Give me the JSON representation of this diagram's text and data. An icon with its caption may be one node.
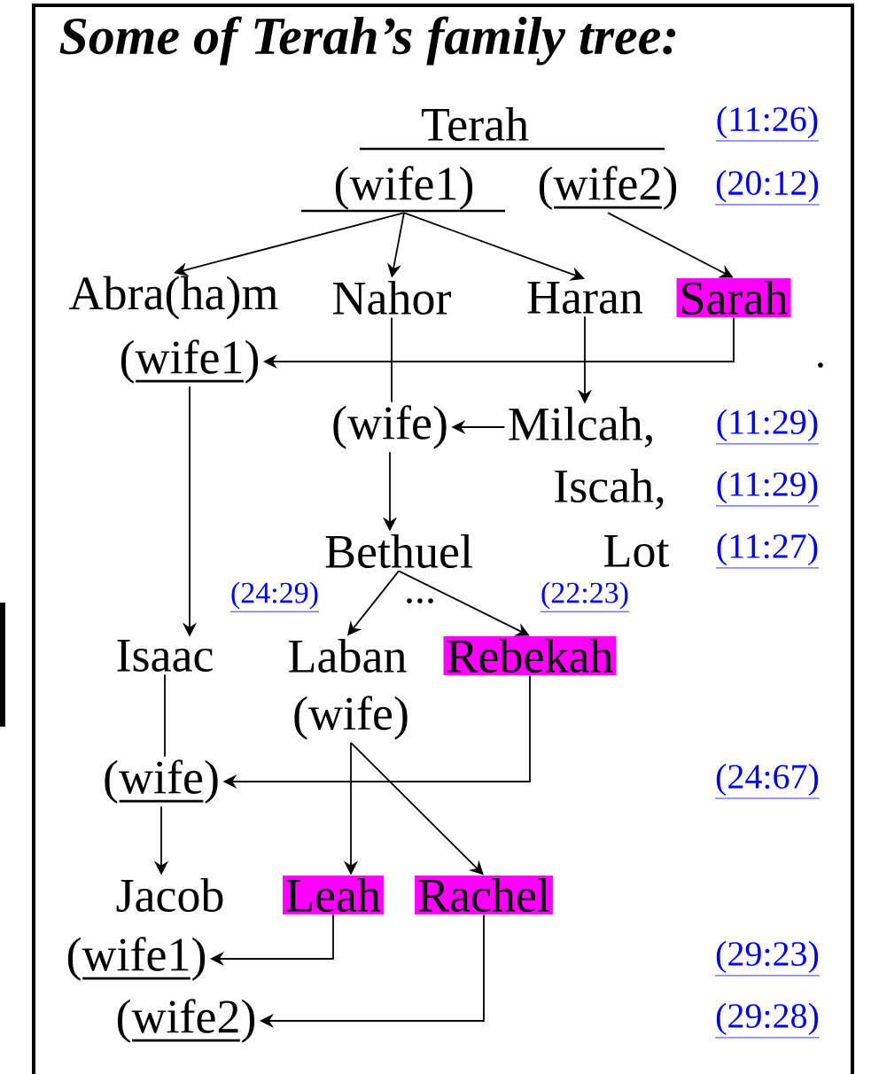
{
  "diagram": {
    "title": "Some of Terah’s family tree:",
    "nodes": [
      {
        "text": [
          "Terah"
        ]
      },
      {
        "text": [
          "(wife1)"
        ]
      },
      {
        "text": [
          "(wife2)"
        ]
      },
      {
        "text": [
          "Abra(ha)m"
        ]
      },
      {
        "text": [
          "Nahor"
        ]
      },
      {
        "text": [
          "Haran"
        ]
      },
      {
        "text": [
          "Sarah"
        ]
      },
      {
        "text": [
          "(wife1)"
        ]
      },
      {
        "text": [
          "(wife)"
        ]
      },
      {
        "text": [
          "Milcah,"
        ]
      },
      {
        "text": [
          "Iscah,"
        ]
      },
      {
        "text": [
          "Bethuel"
        ]
      },
      {
        "text": [
          "Lot"
        ]
      },
      {
        "text": [
          "Isaac"
        ]
      },
      {
        "text": [
          "Laban"
        ]
      },
      {
        "text": [
          "Rebekah"
        ]
      },
      {
        "text": [
          "(wife)"
        ]
      },
      {
        "text": [
          "(wife)"
        ]
      },
      {
        "text": [
          "Jacob"
        ]
      },
      {
        "text": [
          "Leah"
        ]
      },
      {
        "text": [
          "Rachel"
        ]
      },
      {
        "text": [
          "(wife1)"
        ]
      },
      {
        "text": [
          "(wife2)"
        ]
      },
      {
        "text": [],
        "shape": "bar"
      },
      {
        "text": [],
        "shape": "bar"
      }
    ],
    "edges": [
      {
        "from": 1,
        "to": 3,
        "arrow": "to"
      },
      {
        "from": 1,
        "to": 4,
        "arrow": "to"
      },
      {
        "from": 1,
        "to": 5,
        "arrow": "to"
      },
      {
        "from": 2,
        "to": 6,
        "arrow": "to"
      },
      {
        "from": 6,
        "to": 7,
        "arrow": "to"
      },
      {
        "from": 4,
        "to": 8,
        "arrow": "none"
      },
      {
        "from": 5,
        "to": 9,
        "arrow": "to"
      },
      {
        "from": 9,
        "to": 8,
        "arrow": "to"
      },
      {
        "from": 8,
        "to": 11,
        "arrow": "to"
      },
      {
        "from": 7,
        "to": 13,
        "arrow": "to"
      },
      {
        "from": 11,
        "to": 14,
        "arrow": "to"
      },
      {
        "from": 11,
        "to": 15,
        "arrow": "to"
      },
      {
        "from": 13,
        "to": 17,
        "arrow": "none"
      },
      {
        "from": 15,
        "to": 17,
        "arrow": "to"
      },
      {
        "from": 16,
        "to": 19,
        "arrow": "to"
      },
      {
        "from": 16,
        "to": 20,
        "arrow": "to"
      },
      {
        "from": 17,
        "to": 18,
        "arrow": "to"
      },
      {
        "from": 19,
        "to": 21,
        "arrow": "to"
      },
      {
        "from": 20,
        "to": 22,
        "arrow": "to"
      }
    ],
    "labels": [
      "(11:26)",
      "(20:12)",
      ".",
      "(11:29)",
      "(11:29)",
      "(11:27)",
      "(24:29)",
      "...",
      "(22:23)",
      "(24:67)",
      "(29:23)",
      "(29:28)"
    ]
  }
}
